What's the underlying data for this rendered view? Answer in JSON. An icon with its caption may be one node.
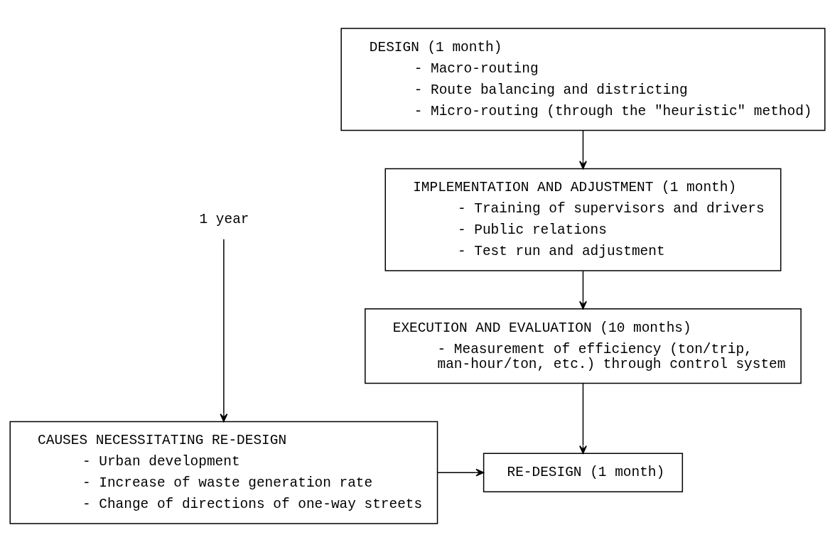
{
  "diagram": {
    "nodes": [
      {
        "text": [
          "DESIGN (1 month)",
          "- Macro-routing",
          "- Route balancing and districting",
          "- Micro-routing (through the \"heuristic\" method)"
        ]
      },
      {
        "text": [
          "IMPLEMENTATION AND ADJUSTMENT (1 month)",
          "- Training of supervisors and drivers",
          "- Public relations",
          "- Test run and adjustment"
        ]
      },
      {
        "text": [
          "EXECUTION AND EVALUATION (10 months)",
          "- Measurement of efficiency (ton/trip, man-hour/ton, etc.) through control system"
        ]
      },
      {
        "text": [
          "1 year"
        ]
      },
      {
        "text": [
          "CAUSES NECESSITATING RE-DESIGN",
          "- Urban development",
          "- Increase of waste generation rate",
          "- Change of directions of one-way streets"
        ]
      },
      {
        "text": [
          "RE-DESIGN (1 month)"
        ]
      }
    ],
    "edges": [
      {
        "from": 0,
        "to": 1,
        "arrow": "to"
      },
      {
        "from": 1,
        "to": 2,
        "arrow": "to"
      },
      {
        "from": 2,
        "to": 5,
        "arrow": "to"
      },
      {
        "from": 3,
        "to": 4,
        "arrow": "to"
      },
      {
        "from": 4,
        "to": 5,
        "arrow": "to"
      }
    ]
  }
}
